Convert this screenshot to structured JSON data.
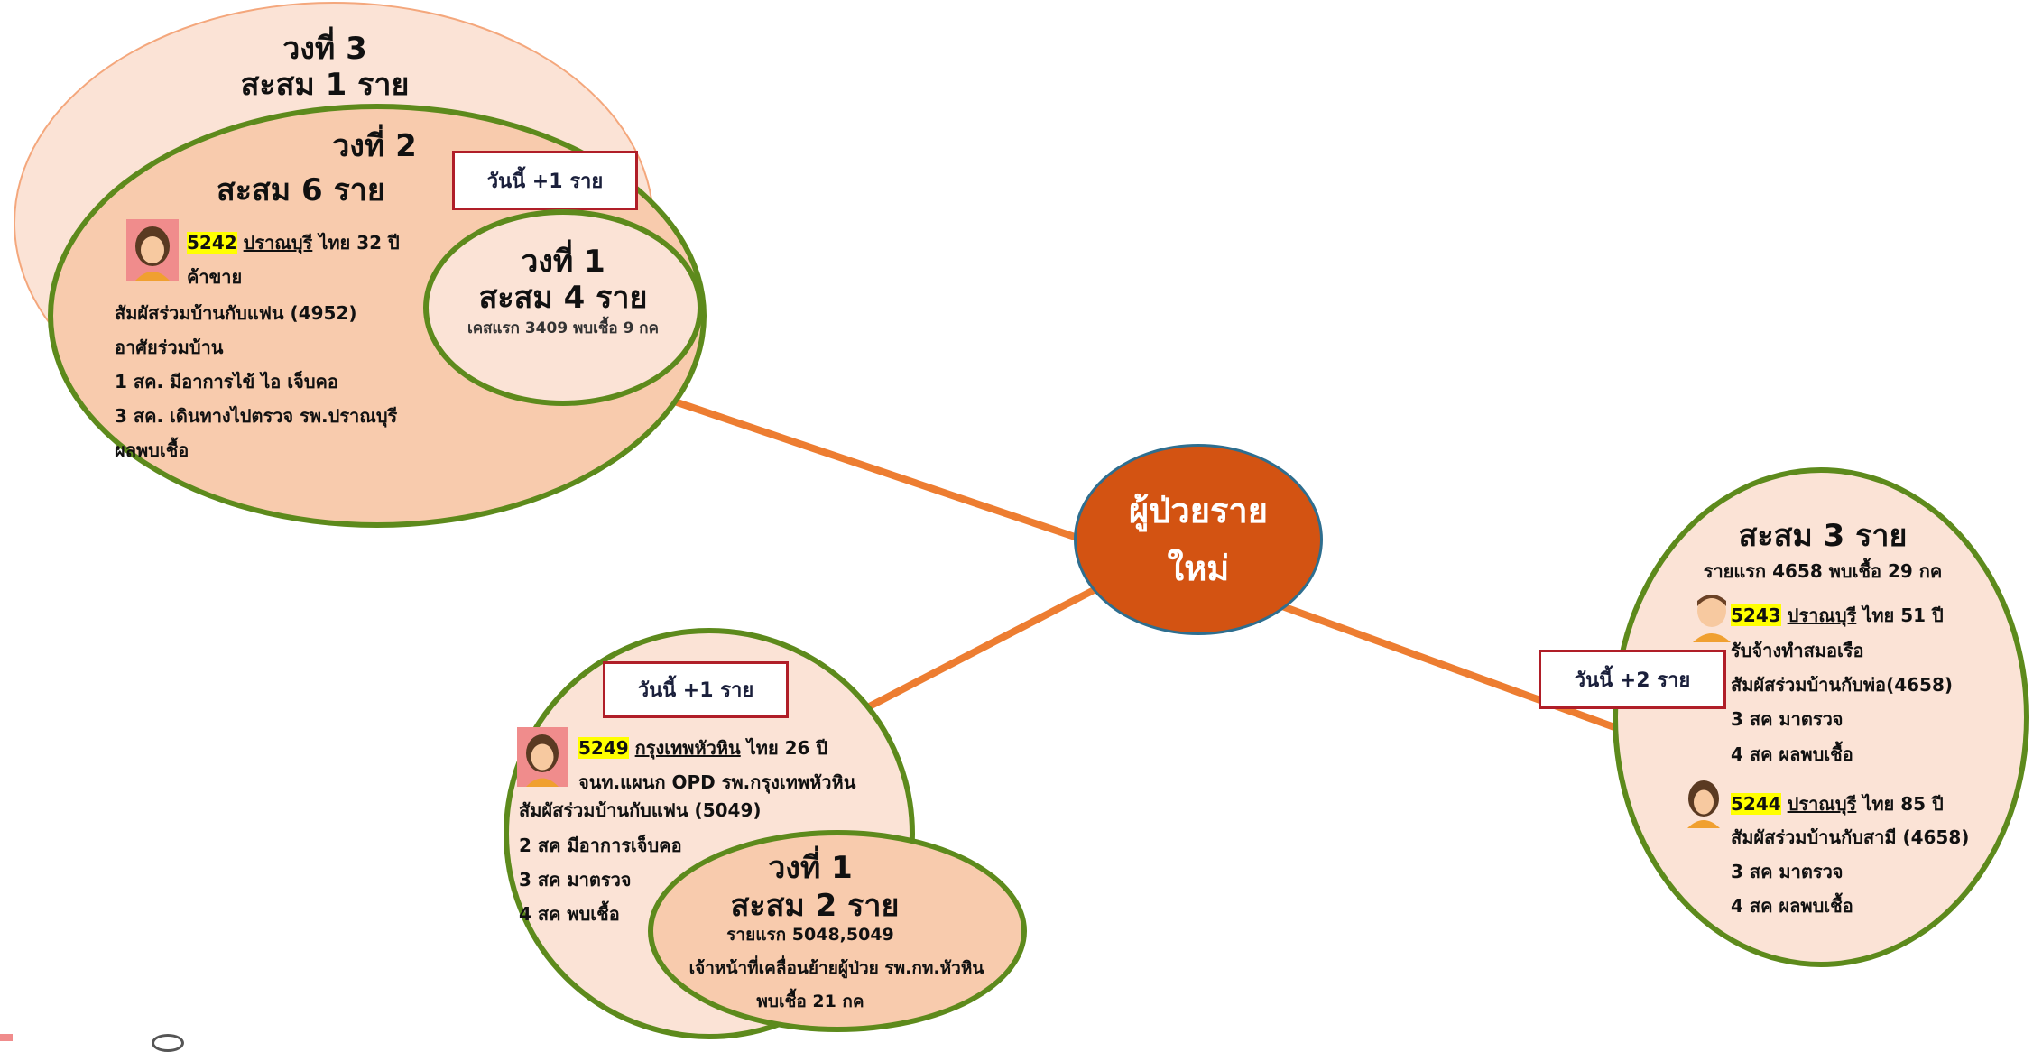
{
  "center": {
    "line1": "ผู้ป่วยราย",
    "line2": "ใหม่"
  },
  "colors": {
    "connector": "#ed7d31",
    "hub": "#d35312",
    "ring_border": "#5d8a1c",
    "today_border": "#b01e28"
  },
  "cluster_a": {
    "ring3": {
      "title": "วงที่ 3",
      "total": "สะสม 1 ราย"
    },
    "ring2": {
      "title": "วงที่ 2",
      "total": "สะสม 6 ราย"
    },
    "today_badge": "วันนี้ +1 ราย",
    "patient": {
      "id": "5242",
      "place": "ปราณบุรี",
      "details": "ไทย 32 ปี",
      "lines": [
        "ค้าขาย",
        "สัมผัสร่วมบ้านกับแฟน (4952)",
        "อาศัยร่วมบ้าน",
        "1 สค. มีอาการไข้ ไอ เจ็บคอ",
        "3 สค. เดินทางไปตรวจ รพ.ปราณบุรี",
        "ผลพบเชื้อ"
      ]
    },
    "ring1": {
      "title": "วงที่ 1",
      "total": "สะสม 4 ราย",
      "note": "เคสแรก 3409 พบเชื้อ 9 กค"
    }
  },
  "cluster_b": {
    "today_badge": "วันนี้ +1 ราย",
    "patient": {
      "id": "5249",
      "place": "กรุงเทพหัวหิน",
      "details": "ไทย 26 ปี",
      "lines": [
        "จนท.แผนก OPD รพ.กรุงเทพหัวหิน",
        "สัมผัสร่วมบ้านกับแฟน (5049)",
        "2 สค มีอาการเจ็บคอ",
        "3 สค มาตรวจ",
        "4 สค พบเชื้อ"
      ]
    },
    "ring1": {
      "title": "วงที่ 1",
      "total": "สะสม 2 ราย",
      "line1": "รายแรก 5048,5049",
      "line2": "เจ้าหน้าที่เคลื่อนย้ายผู้ป่วย รพ.กท.หัวหิน",
      "line3": "พบเชื้อ 21 กค"
    }
  },
  "cluster_c": {
    "total": "สะสม 3 ราย",
    "first": "รายแรก 4658 พบเชื้อ 29 กค",
    "today_badge": "วันนี้ +2 ราย",
    "patient1": {
      "id": "5243",
      "place": "ปราณบุรี",
      "details": "ไทย 51 ปี",
      "lines": [
        "รับจ้างทำสมอเรือ",
        "สัมผัสร่วมบ้านกับพ่อ(4658)",
        "3 สค มาตรวจ",
        "4 สค ผลพบเชื้อ"
      ]
    },
    "patient2": {
      "id": "5244",
      "place": "ปราณบุรี",
      "details": "ไทย 85 ปี",
      "lines": [
        "สัมผัสร่วมบ้านกับสามี (4658)",
        "3 สค มาตรวจ",
        "4 สค ผลพบเชื้อ"
      ]
    }
  }
}
